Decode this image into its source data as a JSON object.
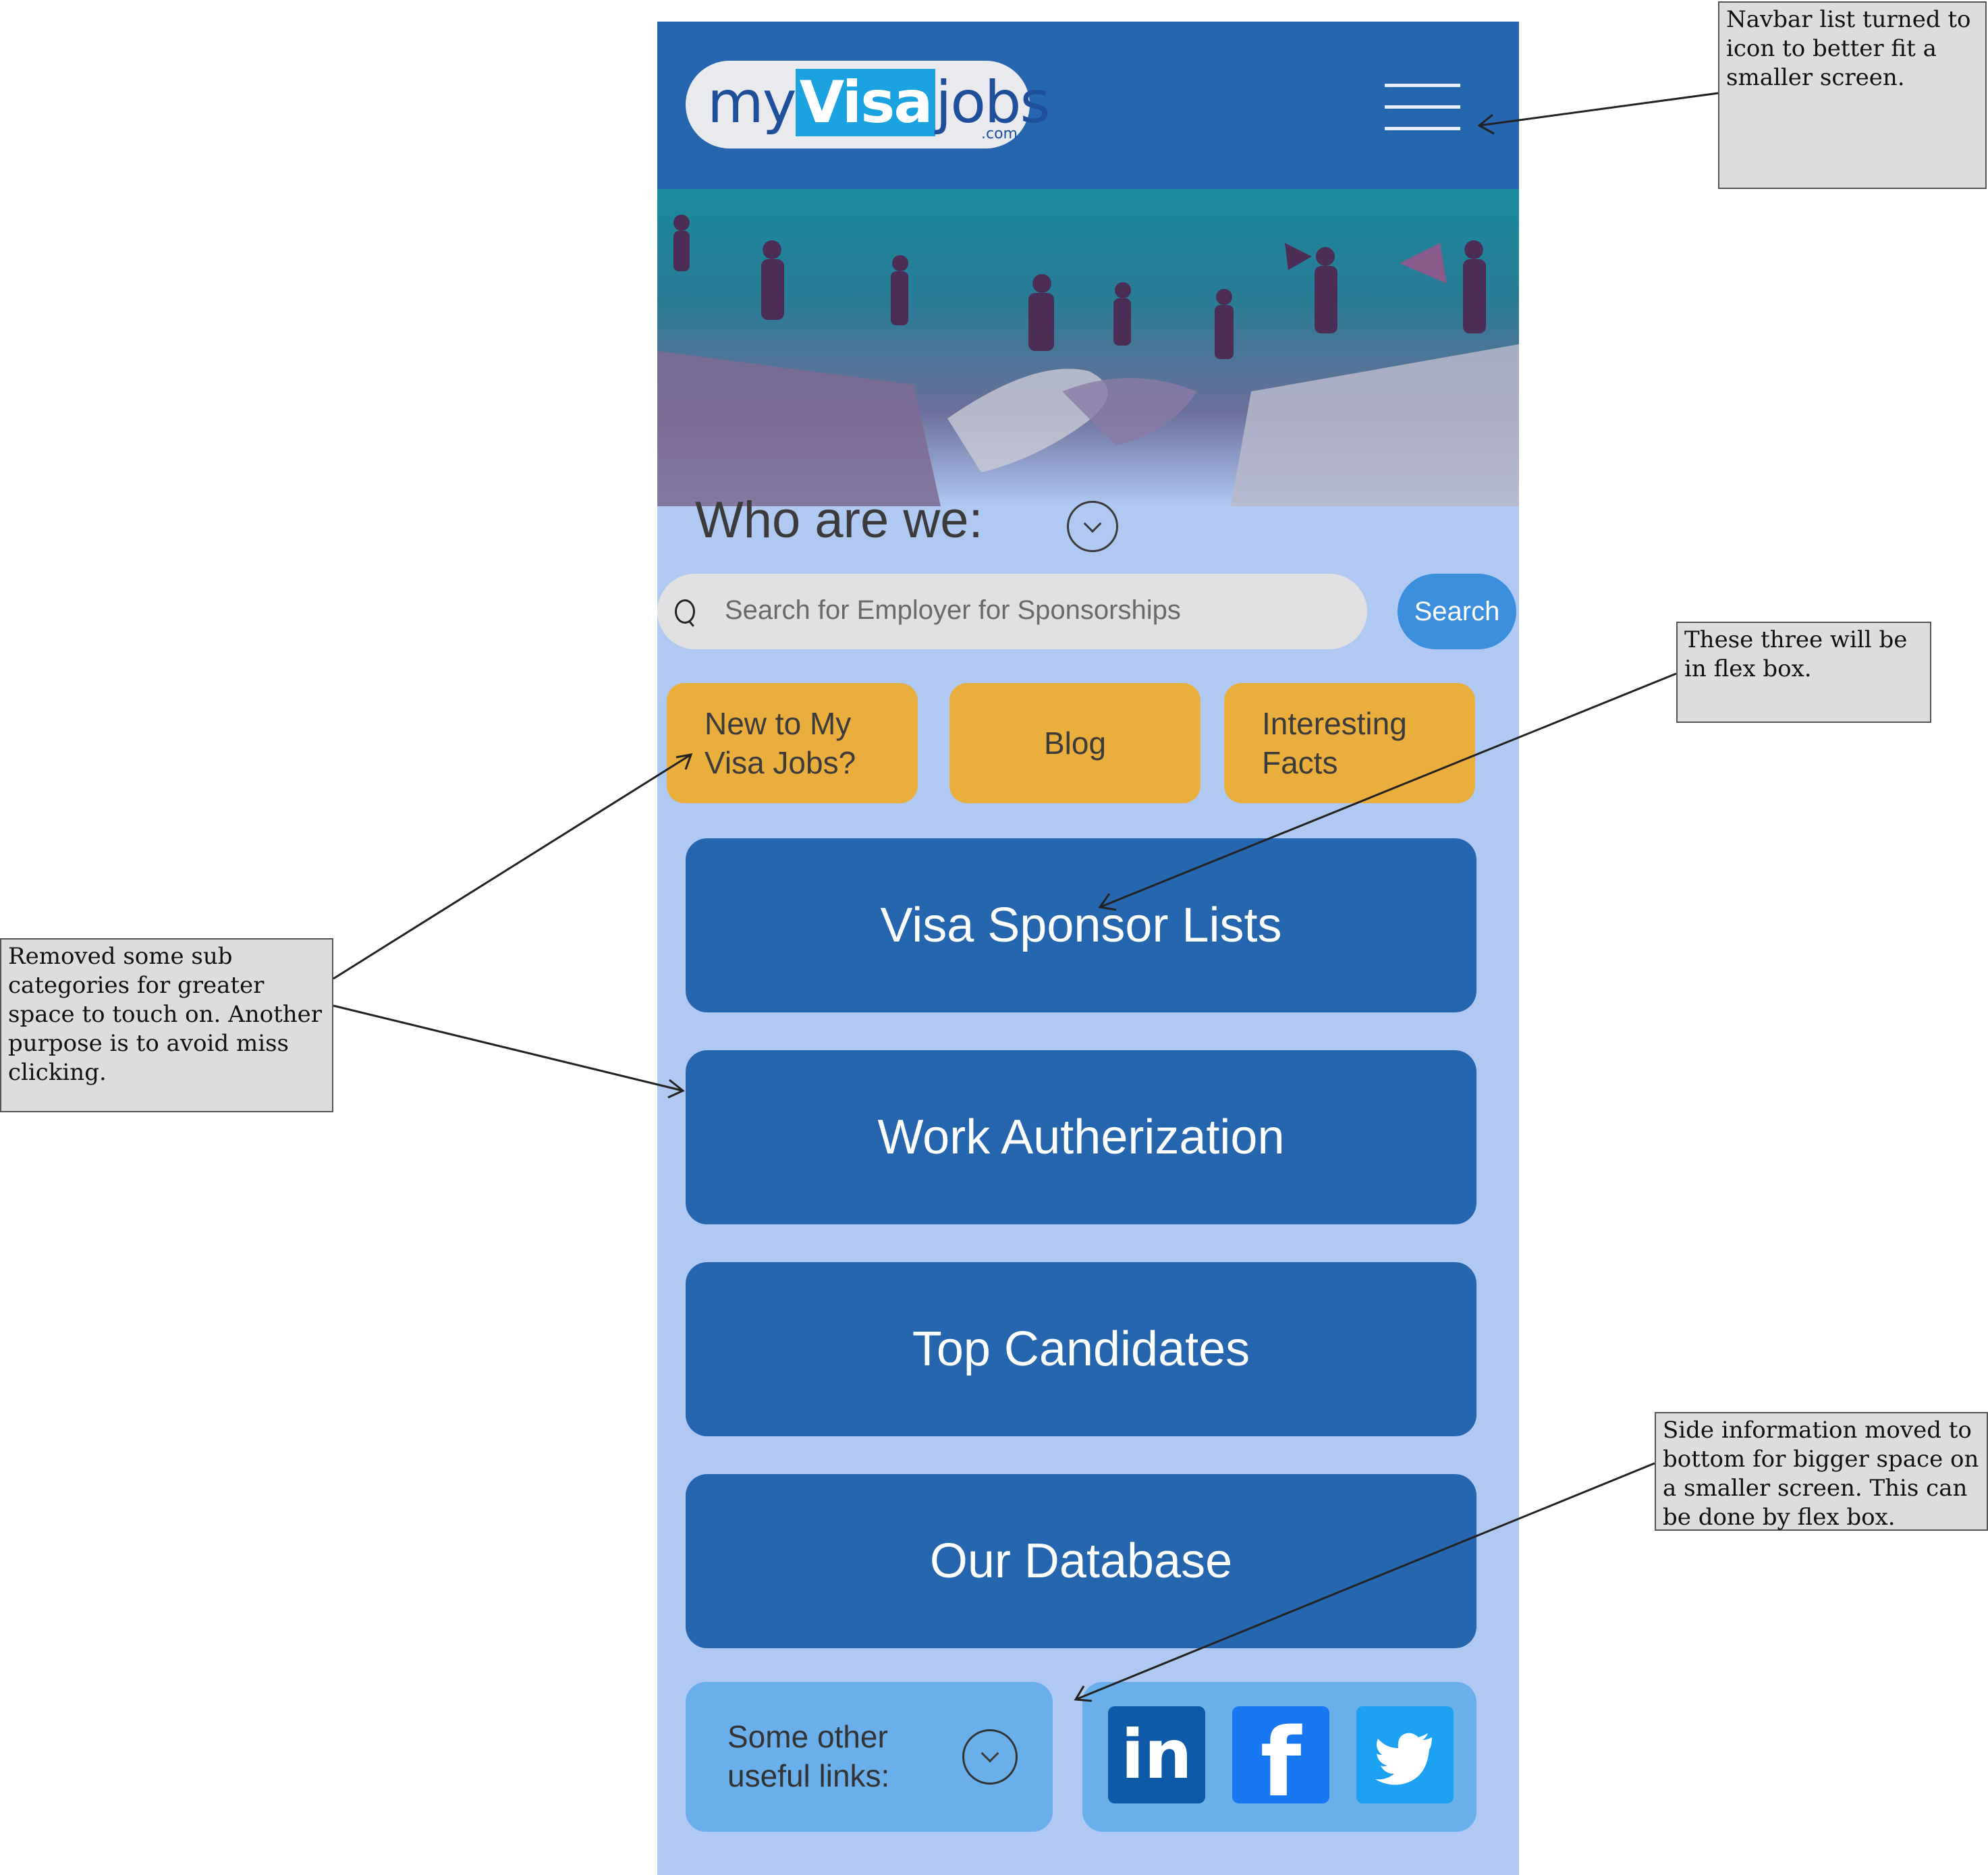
{
  "logo": {
    "part1": "my",
    "part2": "Visa",
    "part3": "jobs",
    "suffix": ".com"
  },
  "who": {
    "title": "Who are we:"
  },
  "search": {
    "placeholder": "Search for Employer for Sponsorships",
    "button_label": "Search"
  },
  "quick_links": [
    {
      "label": "New to My Visa Jobs?"
    },
    {
      "label": "Blog"
    },
    {
      "label": "Interesting Facts"
    }
  ],
  "main_buttons": [
    {
      "label": "Visa Sponsor Lists"
    },
    {
      "label": "Work Autherization"
    },
    {
      "label": "Top Candidates"
    },
    {
      "label": "Our Database"
    }
  ],
  "footer": {
    "links_label": "Some other useful links:"
  },
  "social": {
    "linkedin": "in",
    "facebook": "f",
    "colors": {
      "linkedin": "#0e5aa8",
      "facebook": "#1877f2",
      "twitter": "#1da1f2"
    }
  },
  "notes": {
    "navbar": "Navbar list turned to icon to better fit a smaller screen.",
    "flexbox": "These three will be in flex box.",
    "subcategories": "Removed some sub categories for greater space to touch on. Another purpose is to avoid miss clicking.",
    "side_info": "Side information moved to bottom for bigger space on a smaller screen. This can be done by flex box."
  },
  "colors": {
    "navbar": "#2566ae",
    "page_bg": "#afc9f2",
    "accent_orange": "#eaae3c",
    "search_button": "#3b8fdc"
  }
}
